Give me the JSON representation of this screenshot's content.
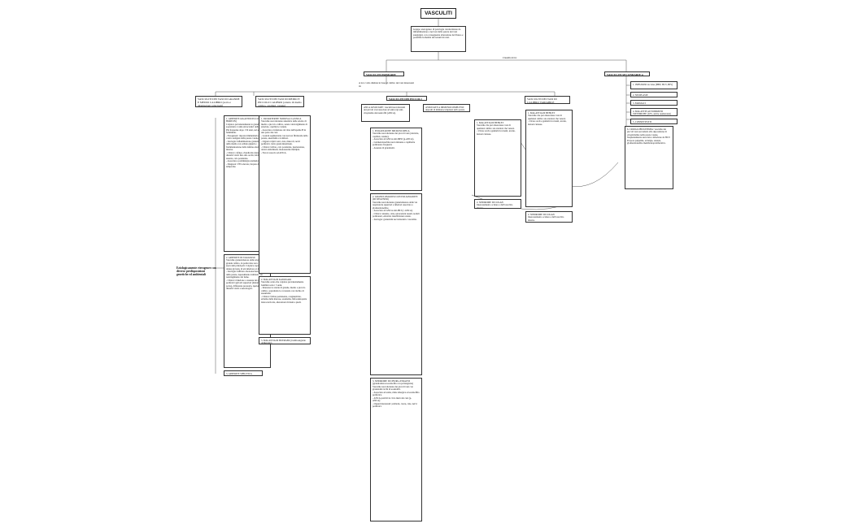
{
  "title": "VASCULITI",
  "definition": "Gruppo eterogeneo di patologie caratterizzate da infiammazione e necrosi della parete dei vasi sanguigni, con conseguente alterazione del flusso e possibile ischemia dei tessuti irrorati.",
  "classification_label": "Classificati in:",
  "left_note": "Eziologicamente eterogenee con diverse predisposizioni genetiche ed ambientali",
  "mid_note": "A loro volta distinte in base al calibro dei vasi interessati in:",
  "side_note": "Interessamento di vasi con calibro variabile",
  "branches": {
    "primarie": "VASCULITI PRIMARIE",
    "secondarie": "VASCULITI SECONDARIE a:"
  },
  "columns": [
    {
      "header": "VASCULITI DEI VASI DI GRANDE E MEDIO CALIBRO (aorta e diramazioni principali)",
      "boxes": [
        "1. ARTERITE GIGANTOCELLULARE (DI HORTON)\nColpisce prevalentemente le grandi arterie, soprattutto i rami extracranici della carotide. Più frequente dopo i 50 anni, nel sesso femminile.\n- Patogenesi: risposta immunitaria T-mediata contro antigeni della parete vasale.\n- Istologia: infiammazione granulomatosa della media con cellule giganti e frammentazione della lamina elastica interna.\n- Clinica: cefalea, claudicatio mandibolare, disturbi visivi fino alla cecità, febbre, astenia, calo ponderale.\n- Associata a polimialgia reumatica.\n- Diagnosi: VES elevata, biopsia dell'arteria temporale.",
        "2. ARTERITE DI TAKAYASU\nVasculite granulomatosa delle arterie di grande calibro, in particolare arco aortico e suoi rami principali. Colpisce soprattutto donne giovani, di età inferiore ai 40 anni.\n- Istologia: infiltrato mononucleato, fibrosi della parete, ispessimento intimale con restringimento del lume.\n- Clinica: riduzione o assenza dei polsi periferici agli arti superiori (malattia senza polso), differenza pressoria, ipertensione, disturbi visivi e neurologici.",
        "3. ARTERITE SIFILITICA"
      ]
    },
    {
      "header": "VASCULITI DEI VASI DI MEDIO E PICCOLO CALIBRO (arterie di medio calibro, capillari, venule)",
      "boxes": [
        "1. PANARTERITE NODOSA CLASSICA\nVasculite necrotizzante sistemica delle arterie di medio e piccolo calibro, senza coinvolgimento di arteriole, capillari e venule.\n- Associata a infezione da virus dell'epatite B in una parte dei casi.\n- Lesioni segmentarie con necrosi fibrinoide della parete, aneurismi e trombosi.\n- Organi colpiti: reni, cute, muscoli, nervi periferici, tratto gastrointestinale.\n- Clinica: febbre, calo ponderale, ipertensione, dolori addominali, mononeurite multipla.\n- Non si associa ad ANCA.",
        "2. MALATTIA DI KAWASAKI\nVasculite acuta che colpisce prevalentemente bambini sotto i 5 anni.\n- Interessa le arterie di grande, medio e piccolo calibro, soprattutto le coronarie con rischio di aneurismi.\n- Clinica: febbre persistente, congiuntivite, eritema delle mucose, esantema, linfoadenopatia laterocervicale, alterazioni di mani e piedi.",
        "3. MALATTIA DI BUERGER (tromboangioite obliterante)"
      ]
    },
    {
      "header": "VASCULITI DEI PICCOLI VASI",
      "boxes": [
        "1. POLIANGIOITE MICROSCOPICA\nVasculite necrotizzante dei piccoli vasi (arteriole, capillari, venule).\n- Associata ad ANCA anti-MPO (p-ANCA).\n- Glomerulonefrite necrotizzante e capillarite polmonare frequenti.\n- Assenza di granulomi.",
        "2. GRANULOMATOSI CON POLIANGIOITE (DI WEGENER)\nVasculite necrotizzante granulomatosa delle vie respiratorie superiori e inferiori associata a glomerulonefrite.\n- Associata ad ANCA anti-PR3 (c-ANCA).\n- Clinica: sinusite, otite, ulcerazioni nasali, noduli polmonari, emottisi, insufficienza renale.\n- Istologia: granulomi necrotizzanti e vasculite.",
        "3. SINDROME DI CHURG-STRAUSS (granulomatosi eosinofila con poliangioite)\nVasculite necrotizzante dei piccoli vasi con granulomi ricchi di eosinofili.\n- Associata ad asma, rinite allergica ed eosinofilia periferica.\n- ANCA positivi in circa metà dei casi (p-ANCA).\n- Organi interessati: polmoni, cuore, cute, nervi periferici."
      ]
    },
    {
      "header": "VASCULITI DEI VASI DI CALIBRO VARIABILE",
      "boxes": [
        "1. MALATTIA DI BEHÇET\nVasculite che può interessare vasi di qualsiasi calibro sia arteriosi che venosi.\n- Ulcere orali e genitali ricorrenti, uveite, lesioni cutanee.",
        "2. SINDROME DI COGAN\nInteressamento oculare e dell'orecchio interno."
      ]
    }
  ],
  "small_vessel_extra": [
    "ANCA ASSOCIATE: vasculiti necrotizzanti dei piccoli vasi associate ad anticorpi anti-citoplasma dei neutrofili (ANCA).",
    "ASSOCIATE A IMMUNOCOMPLESSI: depositi di immunocomplessi nella parete vasale."
  ],
  "secondary": [
    "1. INFEZIONI da virus (HBV, HCV, HIV)",
    "2. NEOPLASIE",
    "3. FARMACI",
    "4. MALATTIE AUTOIMMUNI SISTEMICHE (LES, artrite reumatoide)",
    "5. CONNETTIVITI",
    "6. CRIOGLOBULINEMIA: vasculite dei piccoli vasi secondaria alla deposizione di crioglobuline nella parete vasale, frequentemente associata a infezione da HCV. Porpora palpabile, artralgie, astenia, glomerulonefrite membranoproliferativa."
  ]
}
